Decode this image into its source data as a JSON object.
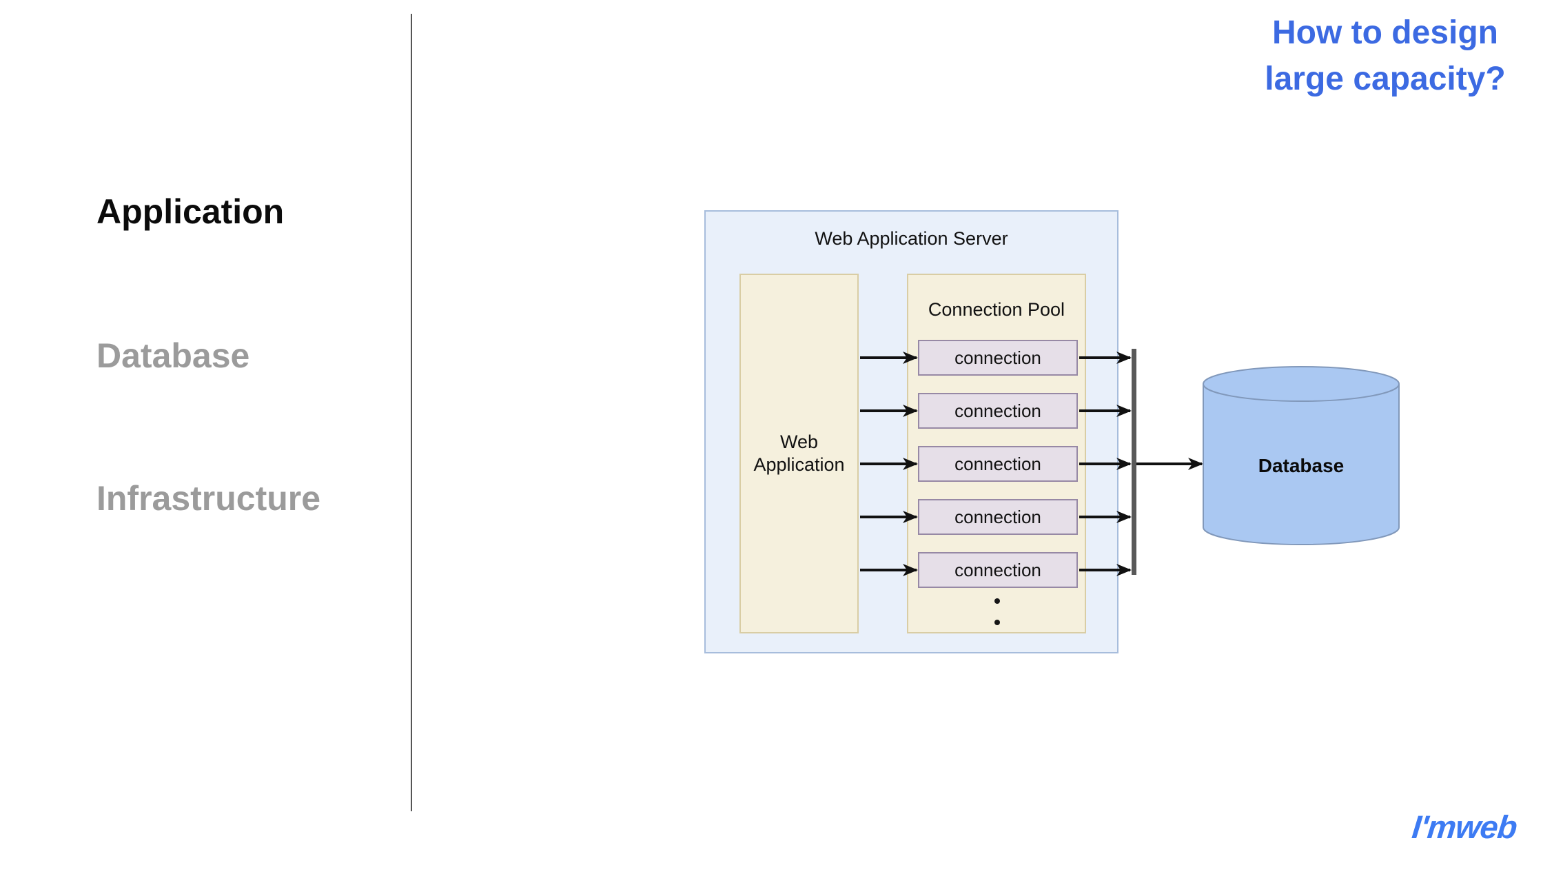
{
  "slide": {
    "title_lines": [
      "How to design",
      "large capacity?"
    ],
    "sidebar": {
      "items": [
        {
          "label": "Application",
          "state": "active"
        },
        {
          "label": "Database",
          "state": "inactive"
        },
        {
          "label": "Infrastructure",
          "state": "inactive"
        }
      ]
    },
    "logo_text": "I'mweb"
  },
  "diagram": {
    "server_box_label": "Web Application Server",
    "web_application_label_lines": [
      "Web",
      "Application"
    ],
    "connection_pool": {
      "label": "Connection Pool",
      "connections": [
        "connection",
        "connection",
        "connection",
        "connection",
        "connection"
      ],
      "ellipsis_dots": [
        ".",
        "."
      ]
    },
    "database_label": "Database",
    "flows": [
      "web-application to each connection",
      "each connection to merge bar",
      "merge bar to database"
    ]
  },
  "colors": {
    "title_blue": "#3c6ae2",
    "logo_blue": "#3d7bf3",
    "sidebar_active": "#0b0b0b",
    "sidebar_inactive": "#9b9b9b",
    "divider_gray": "#555555",
    "server_box_fill": "#e9f0fa",
    "server_box_border": "#a7bddc",
    "panel_fill": "#f5f0dd",
    "panel_border": "#d9cda4",
    "connection_fill": "#e6dfe8",
    "connection_border": "#9789a5",
    "database_fill": "#aac8f2",
    "database_border": "#8198ba",
    "arrow_black": "#111111",
    "merge_bar_gray": "#595959"
  }
}
